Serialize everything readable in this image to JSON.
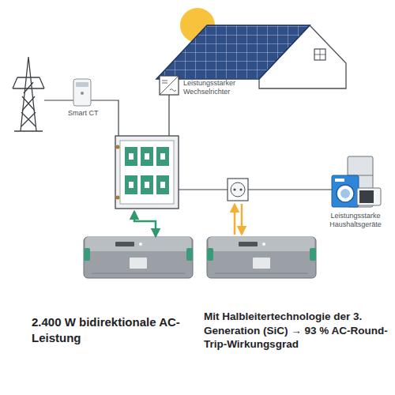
{
  "diagram": {
    "nodes": [
      {
        "text": [
          "Smart CT"
        ]
      },
      {
        "text": [
          "Leistungsstarker Wechselrichter"
        ]
      },
      {
        "text": [
          "Leistungsstarke Haushaltsgeräte"
        ]
      }
    ],
    "labels": [
      "2.400 W bidirektionale AC-Leistung",
      "Mit Halbleitertechnologie der 3. Generation (SiC) → 93 % AC-Round-Trip-Wirkungsgrad"
    ]
  }
}
